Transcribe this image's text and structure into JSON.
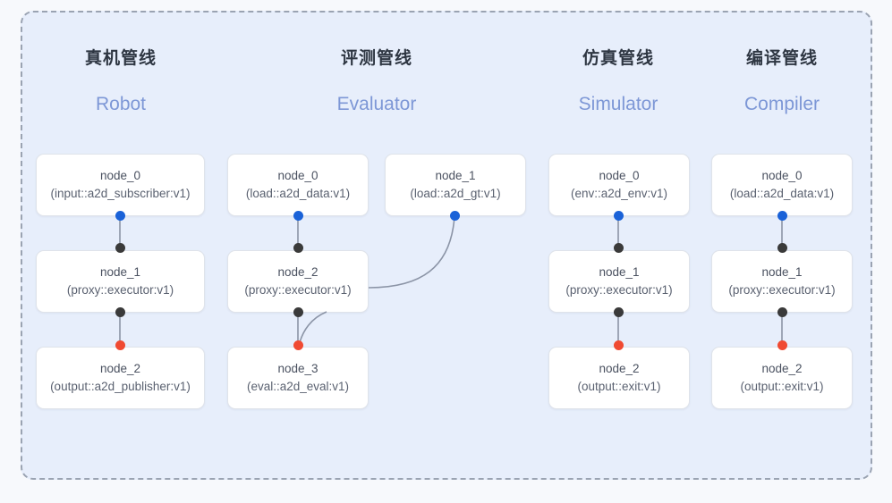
{
  "panel": {
    "background_color": "#e7eefb",
    "border_color": "#9aa3b2",
    "page_background": "#f7f9fc"
  },
  "colors": {
    "input_dot": "#1a62d8",
    "proxy_dot": "#3a3a3a",
    "output_dot": "#f04a32",
    "edge": "#8b94a6",
    "header_cn": "#2e3642",
    "header_en": "#7d97d6"
  },
  "pipelines": [
    {
      "title_cn": "真机管线",
      "title_en": "Robot",
      "nodes": [
        {
          "name": "node_0",
          "type": "(input::a2d_subscriber:v1)"
        },
        {
          "name": "node_1",
          "type": "(proxy::executor:v1)"
        },
        {
          "name": "node_2",
          "type": "(output::a2d_publisher:v1)"
        }
      ]
    },
    {
      "title_cn": "评测管线",
      "title_en": "Evaluator",
      "nodes": [
        {
          "name": "node_0",
          "type": "(load::a2d_data:v1)"
        },
        {
          "name": "node_1",
          "type": "(load::a2d_gt:v1)"
        },
        {
          "name": "node_2",
          "type": "(proxy::executor:v1)"
        },
        {
          "name": "node_3",
          "type": "(eval::a2d_eval:v1)"
        }
      ]
    },
    {
      "title_cn": "仿真管线",
      "title_en": "Simulator",
      "nodes": [
        {
          "name": "node_0",
          "type": "(env::a2d_env:v1)"
        },
        {
          "name": "node_1",
          "type": "(proxy::executor:v1)"
        },
        {
          "name": "node_2",
          "type": "(output::exit:v1)"
        }
      ]
    },
    {
      "title_cn": "编译管线",
      "title_en": "Compiler",
      "nodes": [
        {
          "name": "node_0",
          "type": "(load::a2d_data:v1)"
        },
        {
          "name": "node_1",
          "type": "(proxy::executor:v1)"
        },
        {
          "name": "node_2",
          "type": "(output::exit:v1)"
        }
      ]
    }
  ]
}
